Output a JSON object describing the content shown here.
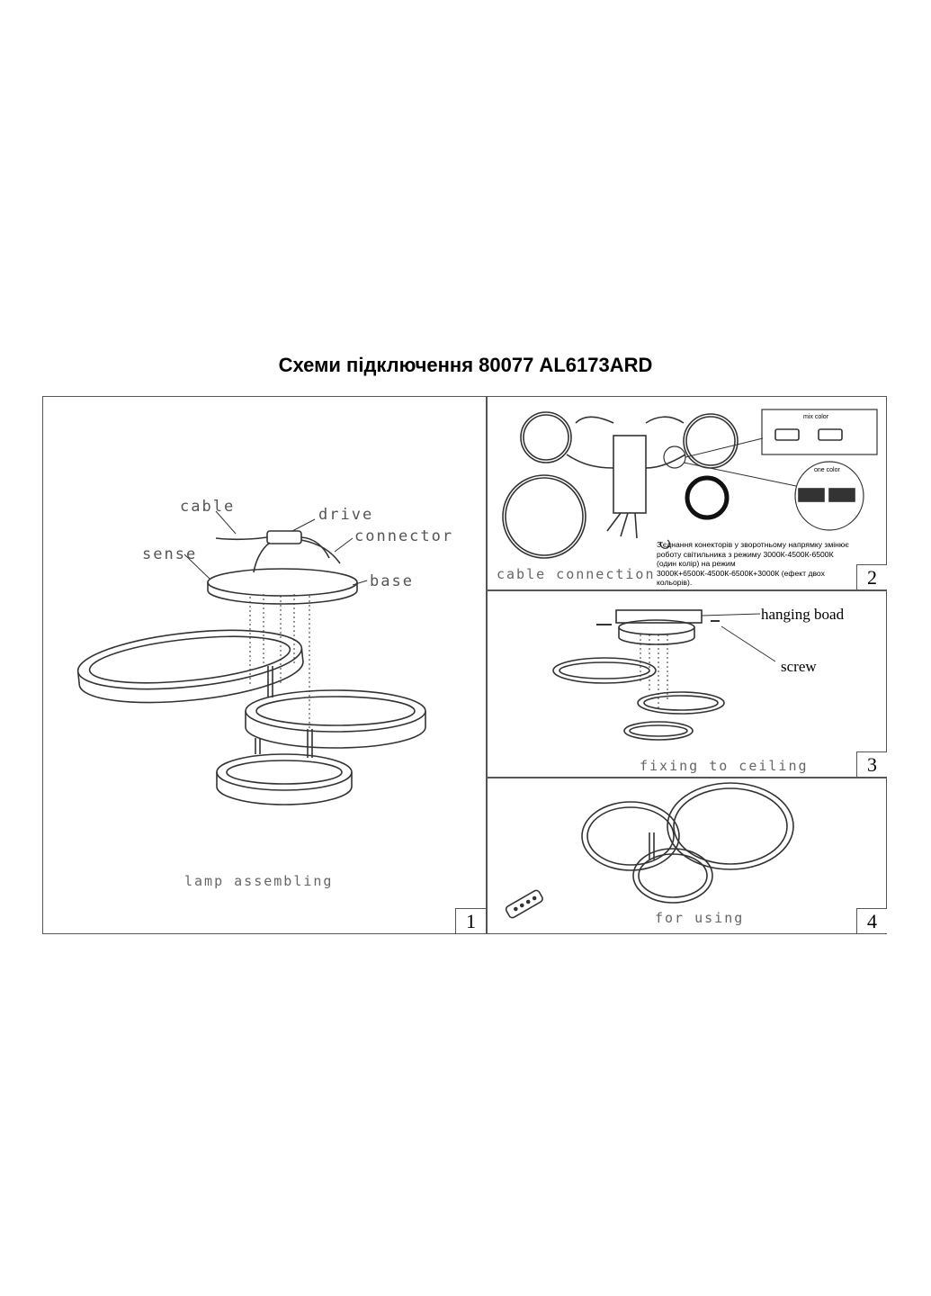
{
  "title": "Схеми підключення 80077 AL6173ARD",
  "panel1": {
    "number": "1",
    "caption": "lamp  assembling",
    "labels": {
      "cable": "cable",
      "drive": "drive",
      "connector": "connector",
      "sense": "sense",
      "base": "base"
    }
  },
  "panel2": {
    "number": "2",
    "caption": "cable connection",
    "mix_color": "mix color",
    "one_color": "one color",
    "note": "З'єднання конекторів у зворотньому напрямку змінює роботу світильника з режиму 3000К-4500К-6500К (один колір) на режим 3000К+6500К-4500К-6500К+3000К (ефект двох кольорів)."
  },
  "panel3": {
    "number": "3",
    "caption": "fixing to ceiling",
    "hanging_board": "hanging boad",
    "screw": "screw"
  },
  "panel4": {
    "number": "4",
    "caption": "for using"
  },
  "colors": {
    "line": "#555555",
    "ink": "#000000"
  }
}
